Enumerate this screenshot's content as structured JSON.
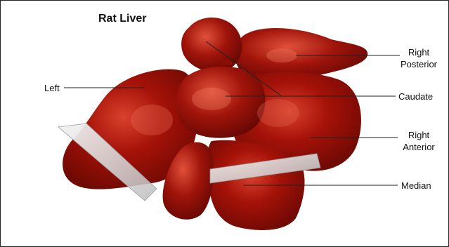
{
  "diagram": {
    "title": "Rat Liver",
    "labels": {
      "left": "Left",
      "right_posterior": [
        "Right",
        "Posterior"
      ],
      "caudate": "Caudate",
      "right_anterior": [
        "Right",
        "Anterior"
      ],
      "median": "Median"
    }
  },
  "colors": {
    "lobe_base": "#a51208",
    "lobe_dark": "#6e0904",
    "lobe_highlight": "#e0503a",
    "leader_line": "#222222",
    "slice_plane": "#d9d9d9"
  }
}
